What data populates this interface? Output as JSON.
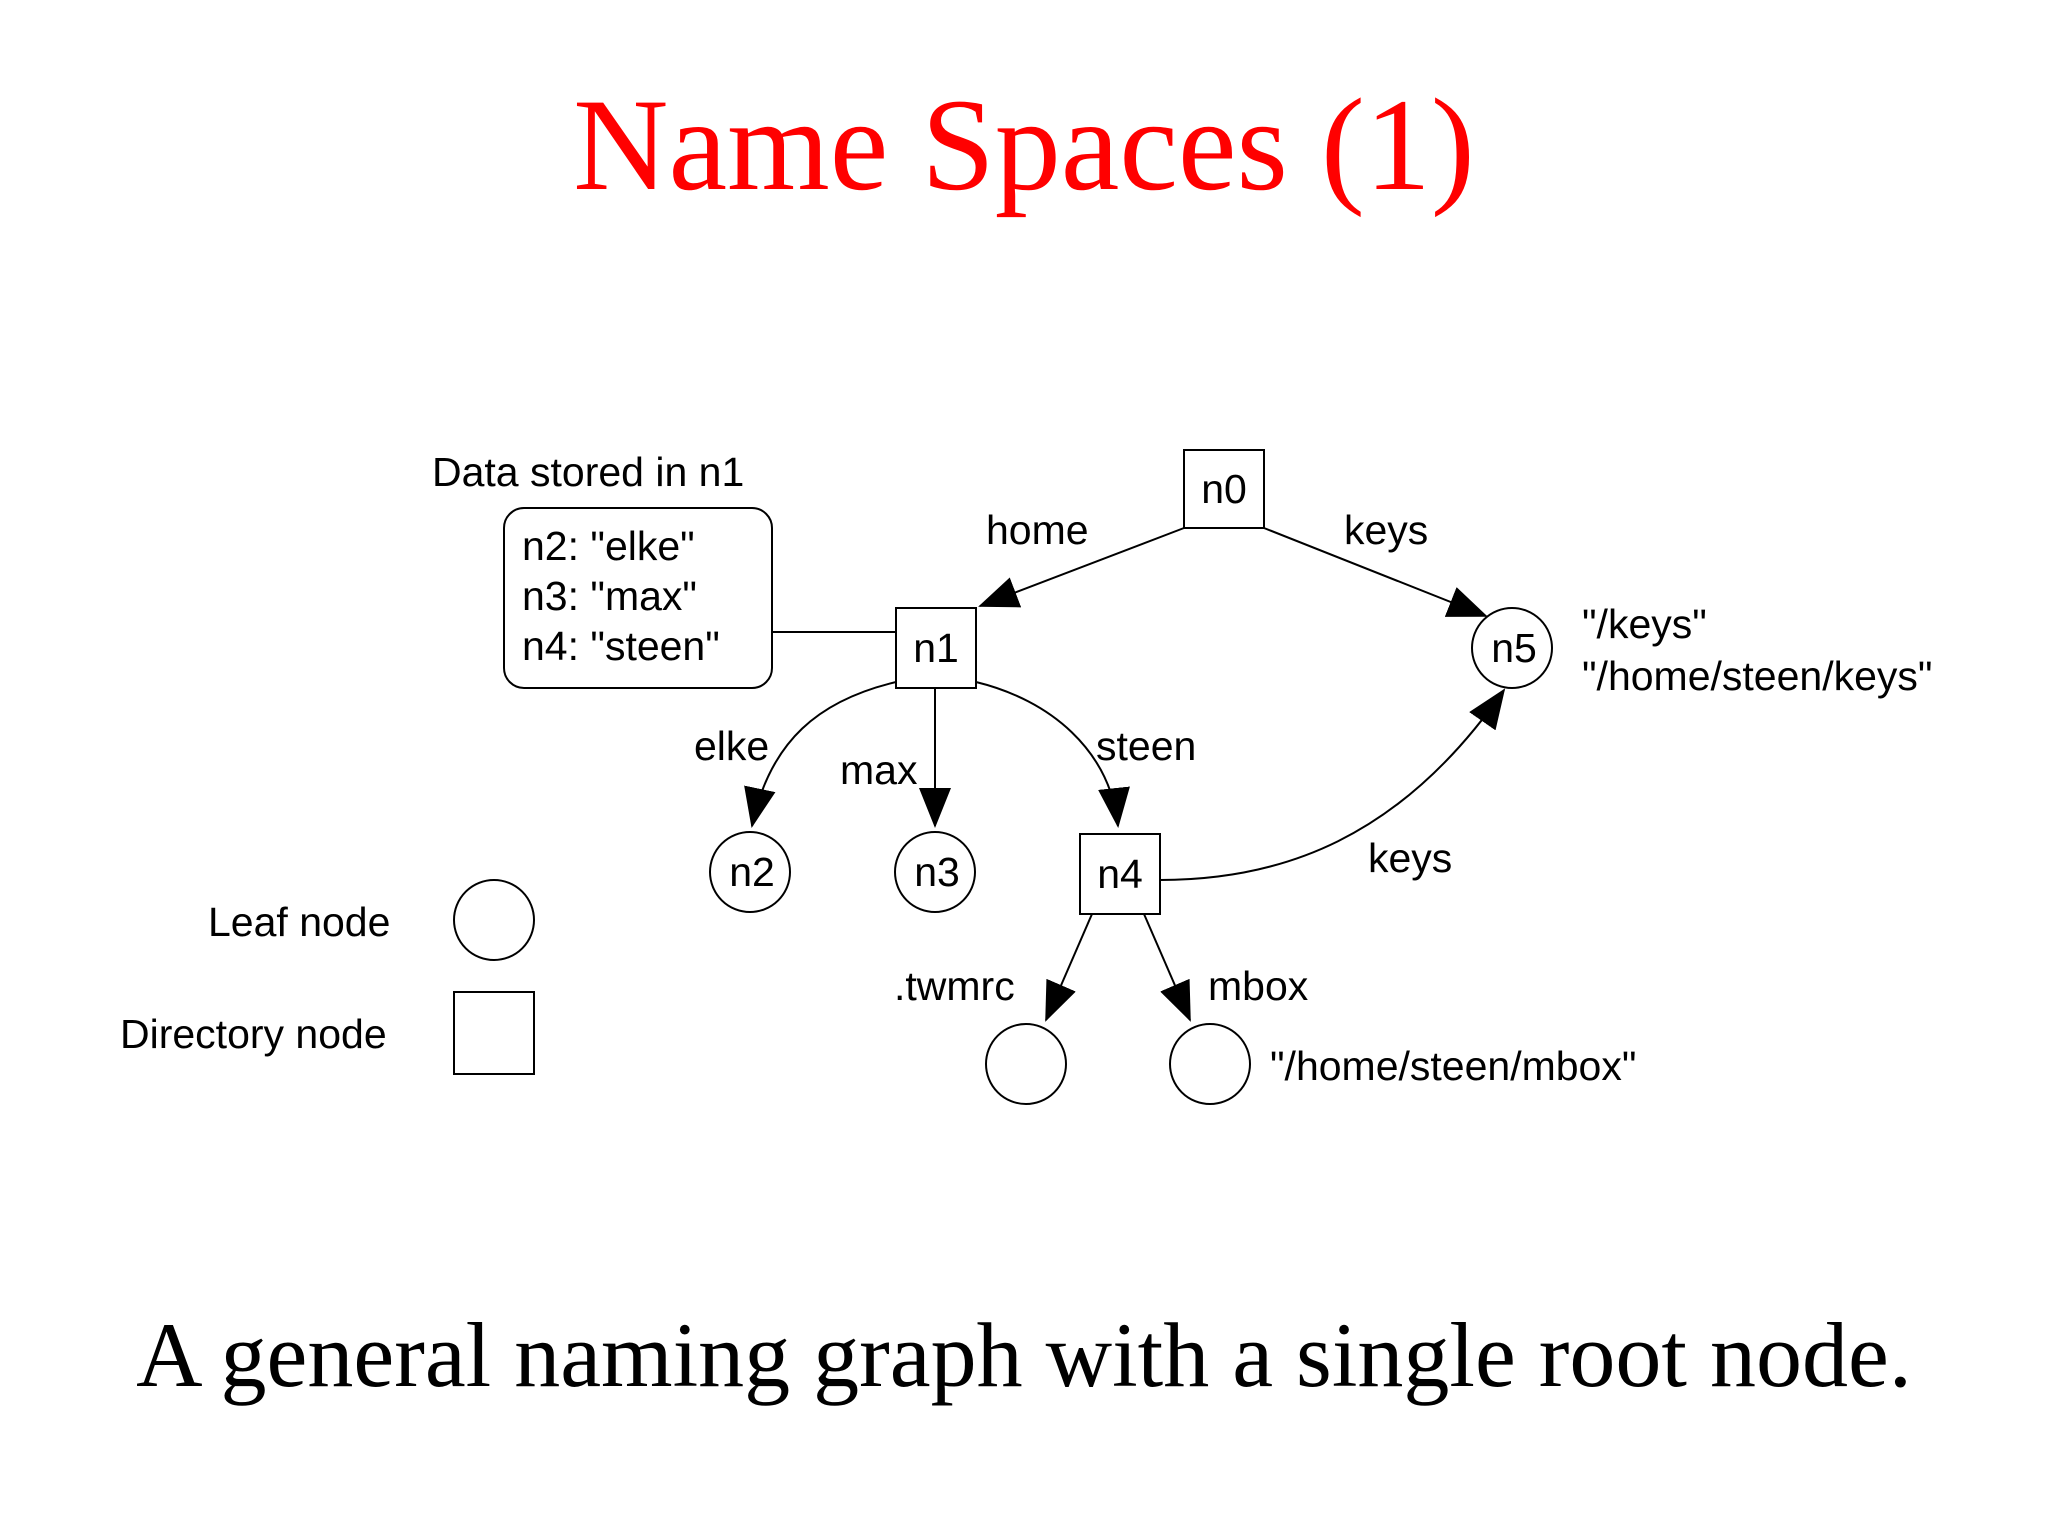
{
  "slide": {
    "title": "Name Spaces (1)",
    "caption": "A general naming graph with a single root node."
  },
  "colors": {
    "title": "#ff0000",
    "text": "#000000",
    "lines": "#000000"
  },
  "data_box": {
    "heading": "Data stored in n1",
    "lines": [
      "n2: \"elke\"",
      "n3: \"max\"",
      "n4: \"steen\""
    ]
  },
  "nodes": {
    "n0": {
      "label": "n0",
      "kind": "directory"
    },
    "n1": {
      "label": "n1",
      "kind": "directory"
    },
    "n4": {
      "label": "n4",
      "kind": "directory"
    },
    "n2": {
      "label": "n2",
      "kind": "leaf"
    },
    "n3": {
      "label": "n3",
      "kind": "leaf"
    },
    "n5": {
      "label": "n5",
      "kind": "leaf"
    },
    "twmrc_leaf": {
      "label": "",
      "kind": "leaf"
    },
    "mbox_leaf": {
      "label": "",
      "kind": "leaf"
    }
  },
  "edges": [
    {
      "from": "n0",
      "to": "n1",
      "label": "home"
    },
    {
      "from": "n0",
      "to": "n5",
      "label": "keys"
    },
    {
      "from": "n1",
      "to": "n2",
      "label": "elke"
    },
    {
      "from": "n1",
      "to": "n3",
      "label": "max"
    },
    {
      "from": "n1",
      "to": "n4",
      "label": "steen"
    },
    {
      "from": "n4",
      "to": "n5",
      "label": "keys"
    },
    {
      "from": "n4",
      "to": "twmrc_leaf",
      "label": ".twmrc"
    },
    {
      "from": "n4",
      "to": "mbox_leaf",
      "label": "mbox"
    }
  ],
  "path_names": {
    "n5": [
      "\"/keys\"",
      "\"/home/steen/keys\""
    ],
    "mbox": "\"/home/steen/mbox\""
  },
  "legend": {
    "leaf": "Leaf node",
    "directory": "Directory node"
  }
}
